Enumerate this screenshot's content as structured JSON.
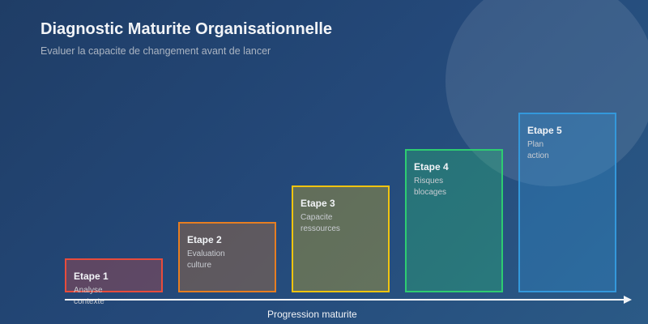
{
  "header": {
    "title": "Diagnostic Maturite Organisationnelle",
    "subtitle": "Evaluer la capacite de changement avant de lancer"
  },
  "steps": [
    {
      "label": "Etape 1",
      "line1": "Analyse",
      "line2": "contexte",
      "color": "#e74c3c",
      "fill": "rgba(231,76,60,0.3)"
    },
    {
      "label": "Etape 2",
      "line1": "Evaluation",
      "line2": "culture",
      "color": "#e67e22",
      "fill": "rgba(230,126,34,0.3)"
    },
    {
      "label": "Etape 3",
      "line1": "Capacite",
      "line2": "ressources",
      "color": "#f1c40f",
      "fill": "rgba(241,196,15,0.3)"
    },
    {
      "label": "Etape 4",
      "line1": "Risques",
      "line2": "blocages",
      "color": "#2ecc71",
      "fill": "rgba(46,204,113,0.3)"
    },
    {
      "label": "Etape 5",
      "line1": "Plan",
      "line2": "action",
      "color": "#3498db",
      "fill": "rgba(52,152,219,0.3)"
    }
  ],
  "axis": {
    "label": "Progression maturite"
  }
}
